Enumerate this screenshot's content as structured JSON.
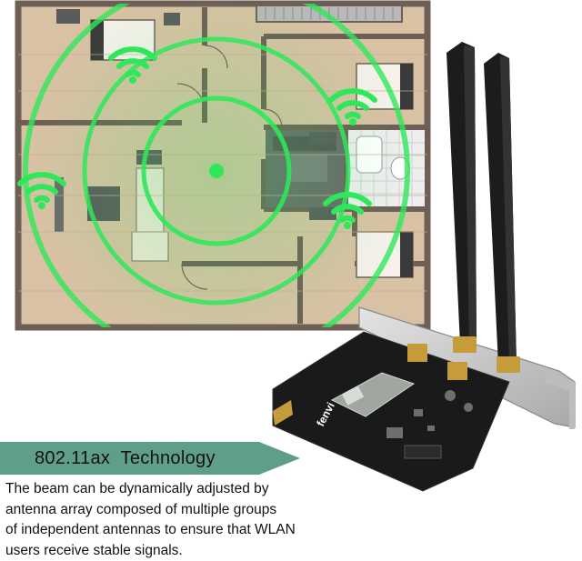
{
  "banner": {
    "title": "802.11ax  Technology",
    "color": "#5f9e8a"
  },
  "description": {
    "lines": [
      "The beam can be dynamically adjusted by",
      "antenna array composed of multiple groups",
      "of independent antennas to ensure that WLAN",
      "users receive stable signals."
    ]
  },
  "card": {
    "brand": "fenvi"
  },
  "colors": {
    "signal": "#2ee85a",
    "floor": "#d9c1a4",
    "wall": "#6e5f56",
    "pcb": "#1a1a1a",
    "antenna": "#1c1c1c",
    "bracket": "#c9c9c9"
  },
  "icons": [
    "wifi-icon",
    "access-point-icon"
  ]
}
